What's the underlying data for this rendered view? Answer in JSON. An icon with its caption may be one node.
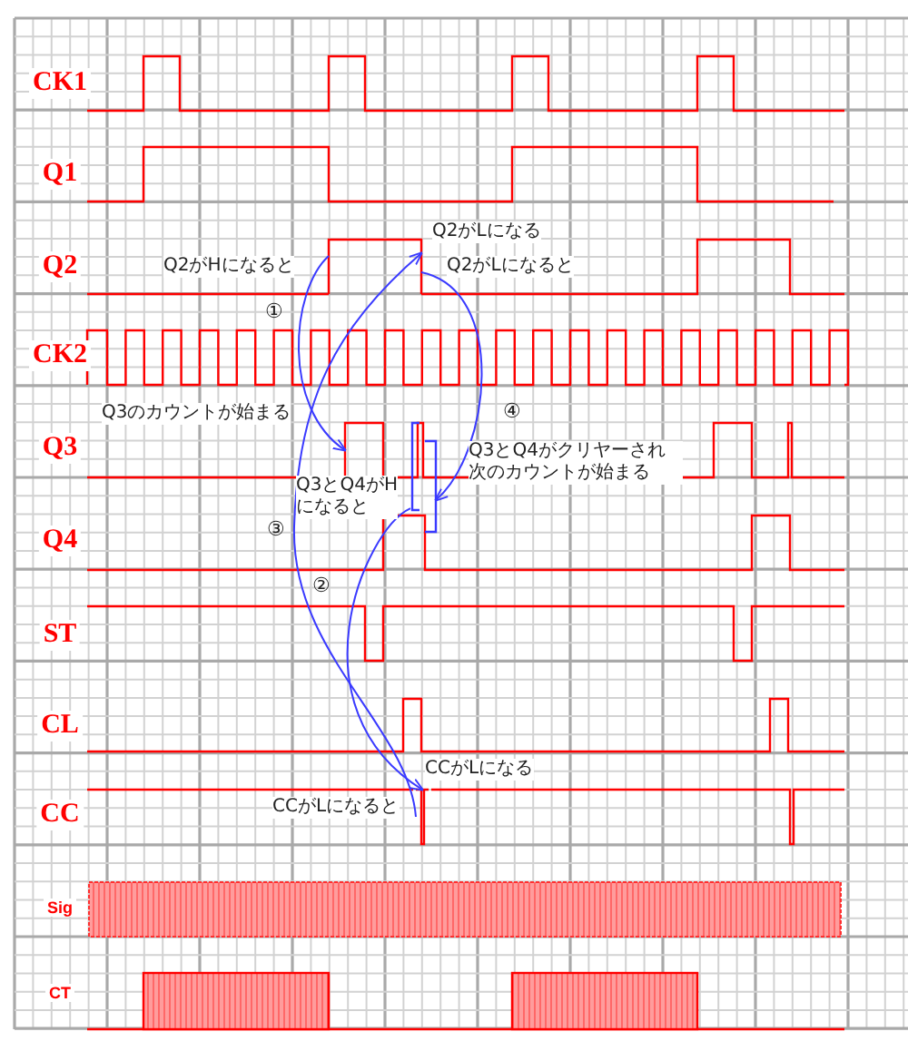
{
  "diagram": {
    "nodes": [
      {
        "text": [],
        "shape": "box"
      },
      {
        "text": [],
        "shape": "box"
      },
      {
        "text": [],
        "shape": "bracket"
      },
      {
        "text": [],
        "shape": "bracket"
      },
      {
        "text": [],
        "shape": "bar"
      }
    ],
    "edges": [
      {
        "from": 0,
        "to": 1,
        "arrow": "to"
      },
      {
        "from": 2,
        "to": 4,
        "arrow": "to"
      },
      {
        "from": 4,
        "to": 0,
        "arrow": "to"
      },
      {
        "from": 0,
        "to": 3,
        "arrow": "to"
      }
    ],
    "labels": [
      "CK1",
      "Q1",
      "Q2がLになる",
      "Q2",
      "Q2がHになると",
      "Q2がLになると",
      "①",
      "CK2",
      "Q3のカウントが始まる",
      "④",
      "Q3",
      "Q3とQ4がクリヤーされ次のカウントが始まる",
      "Q3とQ4がHになると",
      "③",
      "Q4",
      "②",
      "ST",
      "CL",
      "CCがLになる",
      "CC",
      "CCがLになると",
      "Sig",
      "CT"
    ]
  }
}
